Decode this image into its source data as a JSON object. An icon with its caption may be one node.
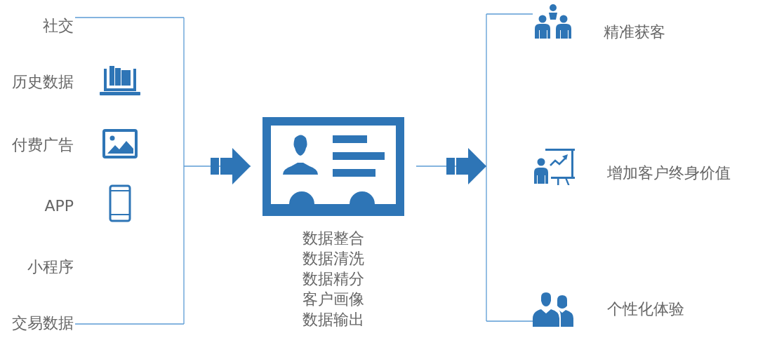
{
  "diagram": {
    "nodes": [
      {
        "text": [
          "社交"
        ]
      },
      {
        "text": [
          "历史数据"
        ]
      },
      {
        "text": [
          "付费广告"
        ]
      },
      {
        "text": [
          "APP"
        ]
      },
      {
        "text": [
          "小程序"
        ]
      },
      {
        "text": [
          "交易数据"
        ]
      },
      {
        "text": [
          "数据整合",
          "数据清洗",
          "数据精分",
          "客户画像",
          "数据输出"
        ]
      },
      {
        "text": [
          "精准获客"
        ]
      },
      {
        "text": [
          "增加客户终身价值"
        ]
      },
      {
        "text": [
          "个性化体验"
        ]
      },
      {
        "text": [],
        "shape": "bracket"
      },
      {
        "text": [],
        "shape": "bracket"
      }
    ],
    "edges": [
      {
        "from": 0,
        "to": 10,
        "arrow": "none"
      },
      {
        "from": 5,
        "to": 10,
        "arrow": "none"
      },
      {
        "from": 10,
        "to": 6,
        "arrow": "to"
      },
      {
        "from": 6,
        "to": 11,
        "arrow": "to"
      },
      {
        "from": 11,
        "to": 7,
        "arrow": "none"
      },
      {
        "from": 11,
        "to": 9,
        "arrow": "none"
      }
    ]
  }
}
